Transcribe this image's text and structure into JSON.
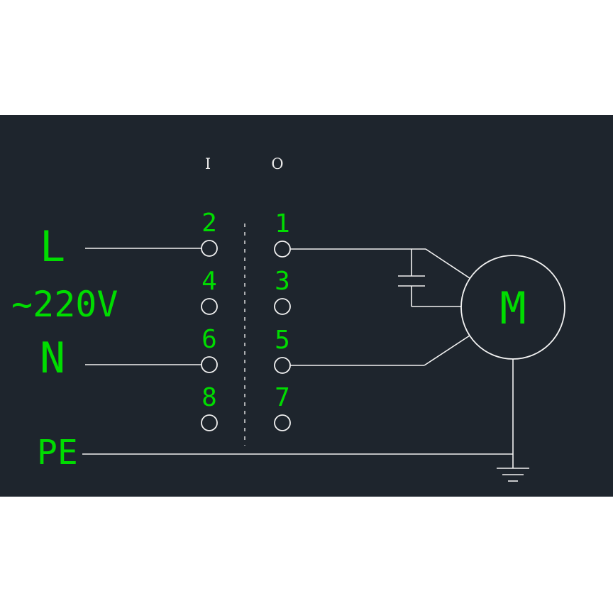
{
  "diagram": {
    "headers": {
      "input": "I",
      "output": "O"
    },
    "labels": {
      "line": "L",
      "voltage": "~220V",
      "neutral": "N",
      "earth": "PE",
      "motor": "M"
    },
    "terminals": {
      "left": [
        "2",
        "4",
        "6",
        "8"
      ],
      "right": [
        "1",
        "3",
        "5",
        "7"
      ]
    },
    "colors": {
      "background": "#1e252d",
      "wire": "#f2f2f2",
      "label_green": "#00dc00"
    }
  }
}
